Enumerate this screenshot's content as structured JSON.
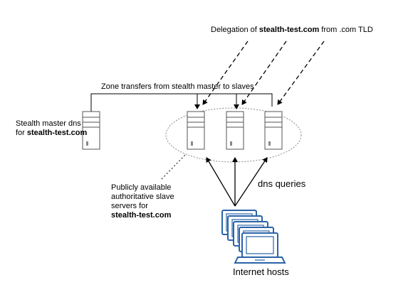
{
  "delegation": {
    "prefix": "Delegation of ",
    "domain": "stealth-test.com",
    "suffix": " from .com TLD"
  },
  "zone_transfers": "Zone transfers from stealth master to slaves",
  "master": {
    "line1": "Stealth master dns",
    "line2_prefix": "for ",
    "line2_domain": "stealth-test.com"
  },
  "slaves": {
    "line1": "Publicly available",
    "line2": "authoritative slave",
    "line3": "servers for",
    "line4": "stealth-test.com"
  },
  "queries": "dns queries",
  "internet": "Internet hosts",
  "colors": {
    "line": "#000000",
    "server_fill": "#ffffff",
    "server_stroke": "#555555",
    "host_blue": "#2a64a8",
    "ellipse": "#888888"
  }
}
